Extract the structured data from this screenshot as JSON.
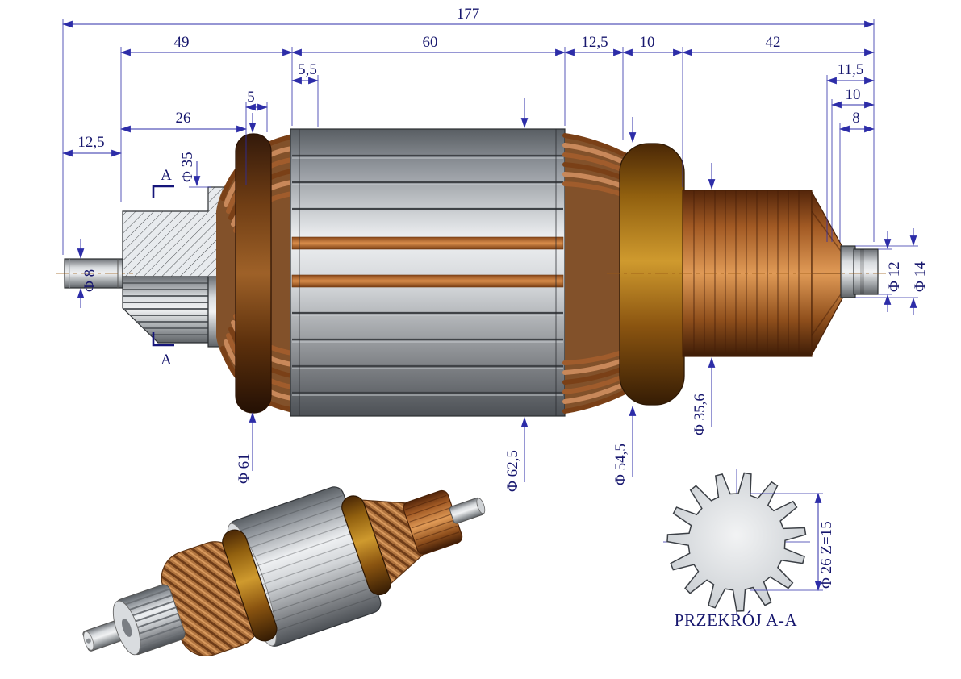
{
  "drawing": {
    "colors": {
      "dimension_line": "#2d2da8",
      "dimension_text": "#17176e",
      "copper": "#b0743f",
      "band_amber": "#cf9a2e",
      "steel": "#d2d5d8"
    },
    "dims": {
      "total": "177",
      "len49": "49",
      "len60": "60",
      "len12_5": "12,5",
      "len10": "10",
      "len42": "42",
      "len5_5": "5,5",
      "len11_5": "11,5",
      "len5": "5",
      "len10b": "10",
      "len26": "26",
      "len8": "8",
      "len12_5b": "12,5",
      "dia35": "Φ 35",
      "dia8": "Φ 8",
      "dia12": "Φ 12",
      "dia14": "Φ 14",
      "dia61": "Φ 61",
      "dia62_5": "Φ 62,5",
      "dia54_5": "Φ 54,5",
      "dia35_6": "Φ 35,6",
      "dia26_z": "Φ 26  Z=15"
    },
    "section": {
      "marker": "A",
      "label": "PRZEKRÓJ A-A",
      "teeth": 15
    }
  }
}
